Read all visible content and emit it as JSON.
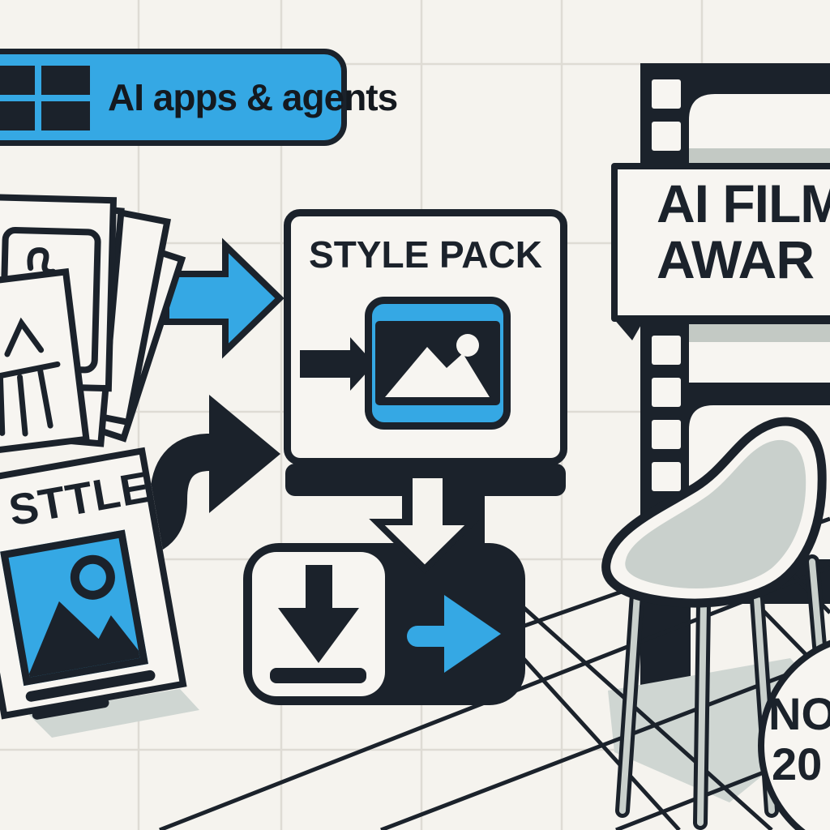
{
  "badge": {
    "label": "AI apps & agents"
  },
  "style_pack": {
    "title": "STYLE PACK"
  },
  "poster": {
    "title": "STTLE"
  },
  "film_sign": {
    "line1": "AI FILM",
    "line2": "AWAR"
  },
  "date_badge": {
    "line1": "NO",
    "line2": "20"
  },
  "colors": {
    "blue": "#35a8e4",
    "ink": "#1b222b",
    "background": "#f5f3ee",
    "panel": "#f7f5f1",
    "chair_gray": "#c9d0cc",
    "band_gray": "#c3c9c4",
    "shadow_gray": "#cfd6d2"
  }
}
